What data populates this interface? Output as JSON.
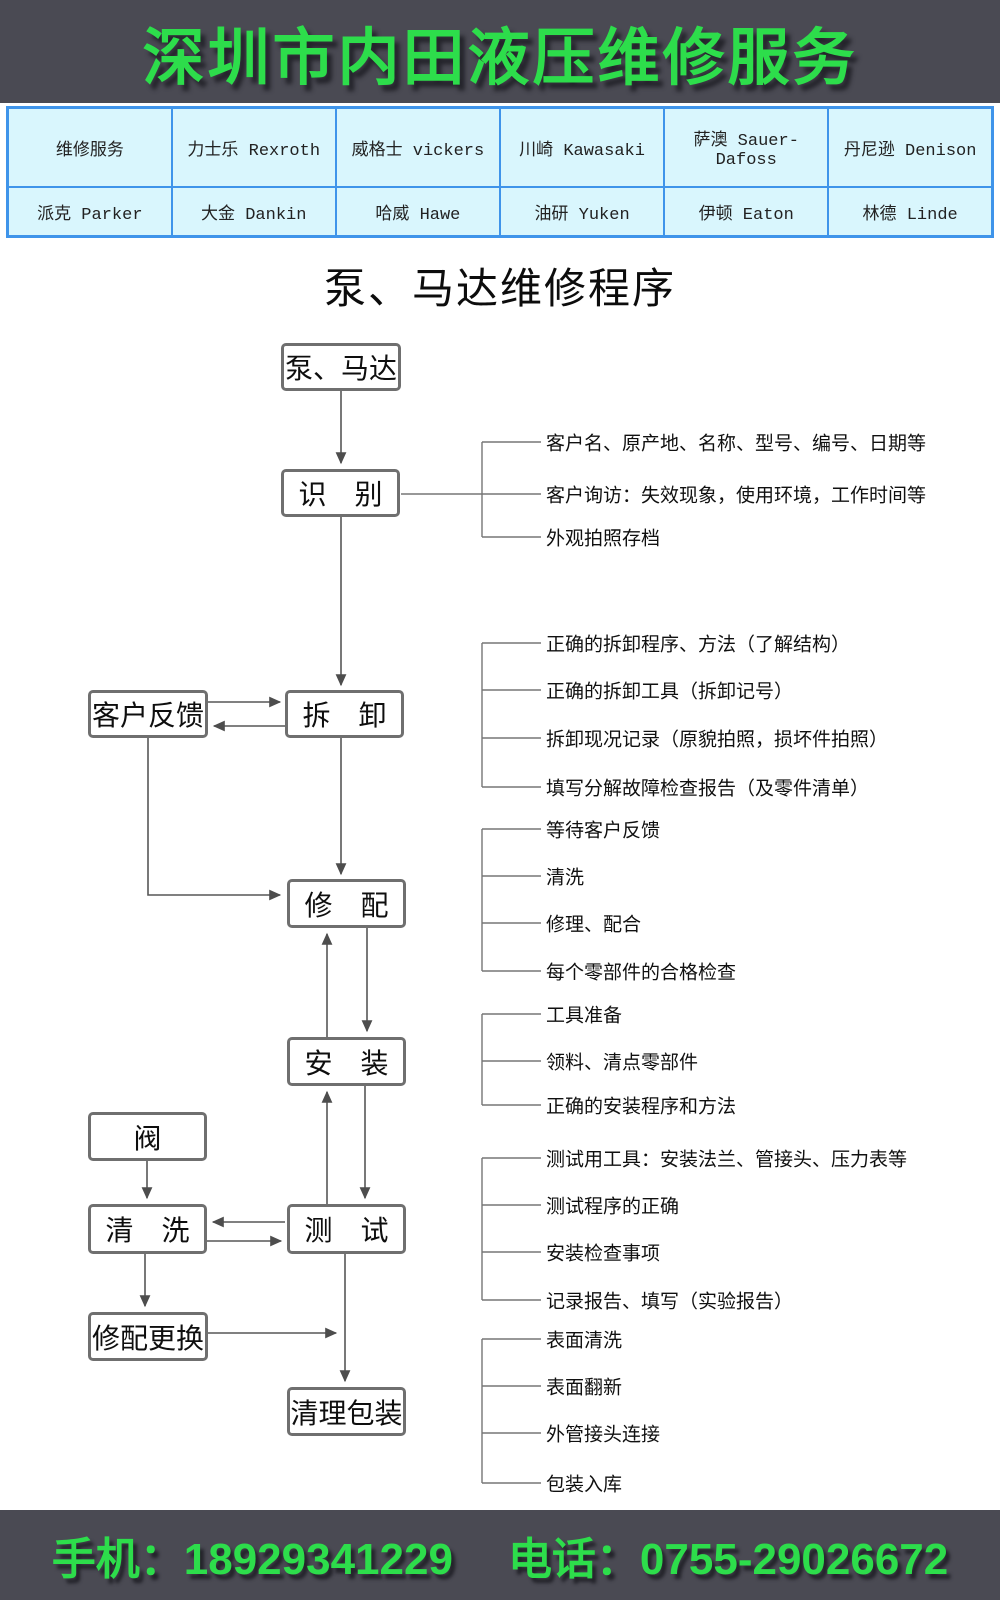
{
  "header": {
    "title": "深圳市内田液压维修服务"
  },
  "brand_table": {
    "rows": [
      [
        "维修服务",
        "力士乐 Rexroth",
        "威格士 vickers",
        "川崎 Kawasaki",
        "萨澳 Sauer-Dafoss",
        "丹尼逊 Denison"
      ],
      [
        "派克 Parker",
        "大金 Dankin",
        "哈威 Hawe",
        "油研 Yuken",
        "伊顿 Eaton",
        "林德 Linde"
      ]
    ]
  },
  "diagram": {
    "title": "泵、马达维修程序",
    "nodes": {
      "pump_motor": "泵、马达",
      "identify": "识　别",
      "feedback": "客户反馈",
      "disassemble": "拆　卸",
      "repair": "修　配",
      "install": "安　装",
      "valve": "阀",
      "clean": "清　洗",
      "test": "测　试",
      "replace": "修配更换",
      "package": "清理包装"
    },
    "annotations": {
      "identify": [
        "客户名、原产地、名称、型号、编号、日期等",
        "客户询访：失效现象，使用环境，工作时间等",
        "外观拍照存档"
      ],
      "disassemble": [
        "正确的拆卸程序、方法（了解结构）",
        "正确的拆卸工具（拆卸记号）",
        "拆卸现况记录（原貌拍照，损坏件拍照）",
        "填写分解故障检查报告（及零件清单）"
      ],
      "repair": [
        "等待客户反馈",
        "清洗",
        "修理、配合",
        "每个零部件的合格检查"
      ],
      "install": [
        "工具准备",
        "领料、清点零部件",
        "正确的安装程序和方法"
      ],
      "test": [
        "测试用工具：安装法兰、管接头、压力表等",
        "测试程序的正确",
        "安装检查事项",
        "记录报告、填写（实验报告）"
      ],
      "package": [
        "表面清洗",
        "表面翻新",
        "外管接头连接",
        "包装入库"
      ]
    }
  },
  "footer": {
    "mobile": "手机：18929341229",
    "phone": "电话：0755-29026672"
  },
  "colors": {
    "banner_bg": "#4a4a53",
    "banner_text": "#2ddd4b",
    "table_bg": "#d9f6fd",
    "table_border": "#3f94ea",
    "box_border": "#6f6f6f",
    "connector": "#575757"
  }
}
